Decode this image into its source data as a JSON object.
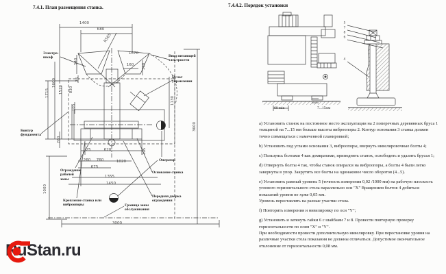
{
  "colors": {
    "logo_red": "#e6190e",
    "line": "#3c3c3c",
    "text": "#1f1f1f"
  },
  "left": {
    "heading": "7.4.1. План размещения станка.",
    "drawing": {
      "dims": {
        "d1400": "1400",
        "d680": "680",
        "r565": "R565",
        "d1670": "1670",
        "d160": "160",
        "d100": "100",
        "v1715": "1715",
        "v1600": "1600",
        "v1570": "1570",
        "v830": "830",
        "v340": "340",
        "v25": "25",
        "v105": "105",
        "v260": "260",
        "v1000": "1000",
        "r1130": "1130",
        "r3600": "3600",
        "b25": "25",
        "b620": "620",
        "b105": "105",
        "b260": "260",
        "b760": "760",
        "b1020": "1020",
        "b675": "675",
        "b1355": "1355",
        "b1450": "1450",
        "b3000": "3000"
      },
      "labels": {
        "cabinet": "Электро-\nшкаф",
        "power_inlet": "Ввод питающей\nэлектросети",
        "control_panel": "Пульт\nуправления",
        "foundation": "Контур\nфундамента",
        "work_fence": "Ограждение\nрабочей\nзоны",
        "operator": "Оператор",
        "machine_base": "Основание станка",
        "front_door": "Передняя дверка\nограждения",
        "service_zone": "Граница зоны\nобслуживания",
        "mounting": "Крепление станка или\nвиброопоры"
      }
    }
  },
  "right": {
    "heading": "7.4.4.2. Порядок установки",
    "drawing": {
      "labels": {
        "min_gap": "60 min",
        "bar_height": "7...15мм"
      },
      "callouts": [
        "5",
        "7",
        "8",
        "6",
        "4"
      ]
    },
    "paragraphs": [
      "a) Установить станок на постоянное место эксплуатации на 2 поперечных деревянных бруса 1 толщиной на 7...15 мм больше высоты виброопоры 2. Контур основания 3 станка должен точно совмещаться с намеченной планировкой;",
      "b) Установить под углами основания 3, виброопоры, ввернуть нивелировочные болты 4;",
      "c) Пользуясь болтами 4 как домкратами, приподнять станок, освободить и удалить брусья 1;",
      "d) Отвернуть болты 4 так, чтобы станок опирался на виброопоры, а болты 4 были легко завернуты в упор. Закрутить все болты на одинаковое число оборотов (4...5).",
      "e) Установить рамный уровень 5 (точность измерения 0,02 /1000 мм) на рабочую плоскость углового горизонтального стола параллельно оси \"X\" Вращением болтов 4 добиться показаний уровня не хуже 0,05 мм.\nУровень переставлять на разные участки стола.",
      "f) Повторить измерения и нивелировку по оси \"Y\";",
      "g) Установить и затянуть гайки 6 с шайбами 7 и 8. Провести повторную проверку горизонтальности по осям \"X\" и \"Y\".\nПри необходимости провести дополнительную нивелировку. При перестановке уровня на различные участки стола показания не должны отличаться. Допустимое окончательное отклонение от горизонтальности 0,08 мм."
    ]
  },
  "logo": {
    "text": "RuStan.ru"
  }
}
